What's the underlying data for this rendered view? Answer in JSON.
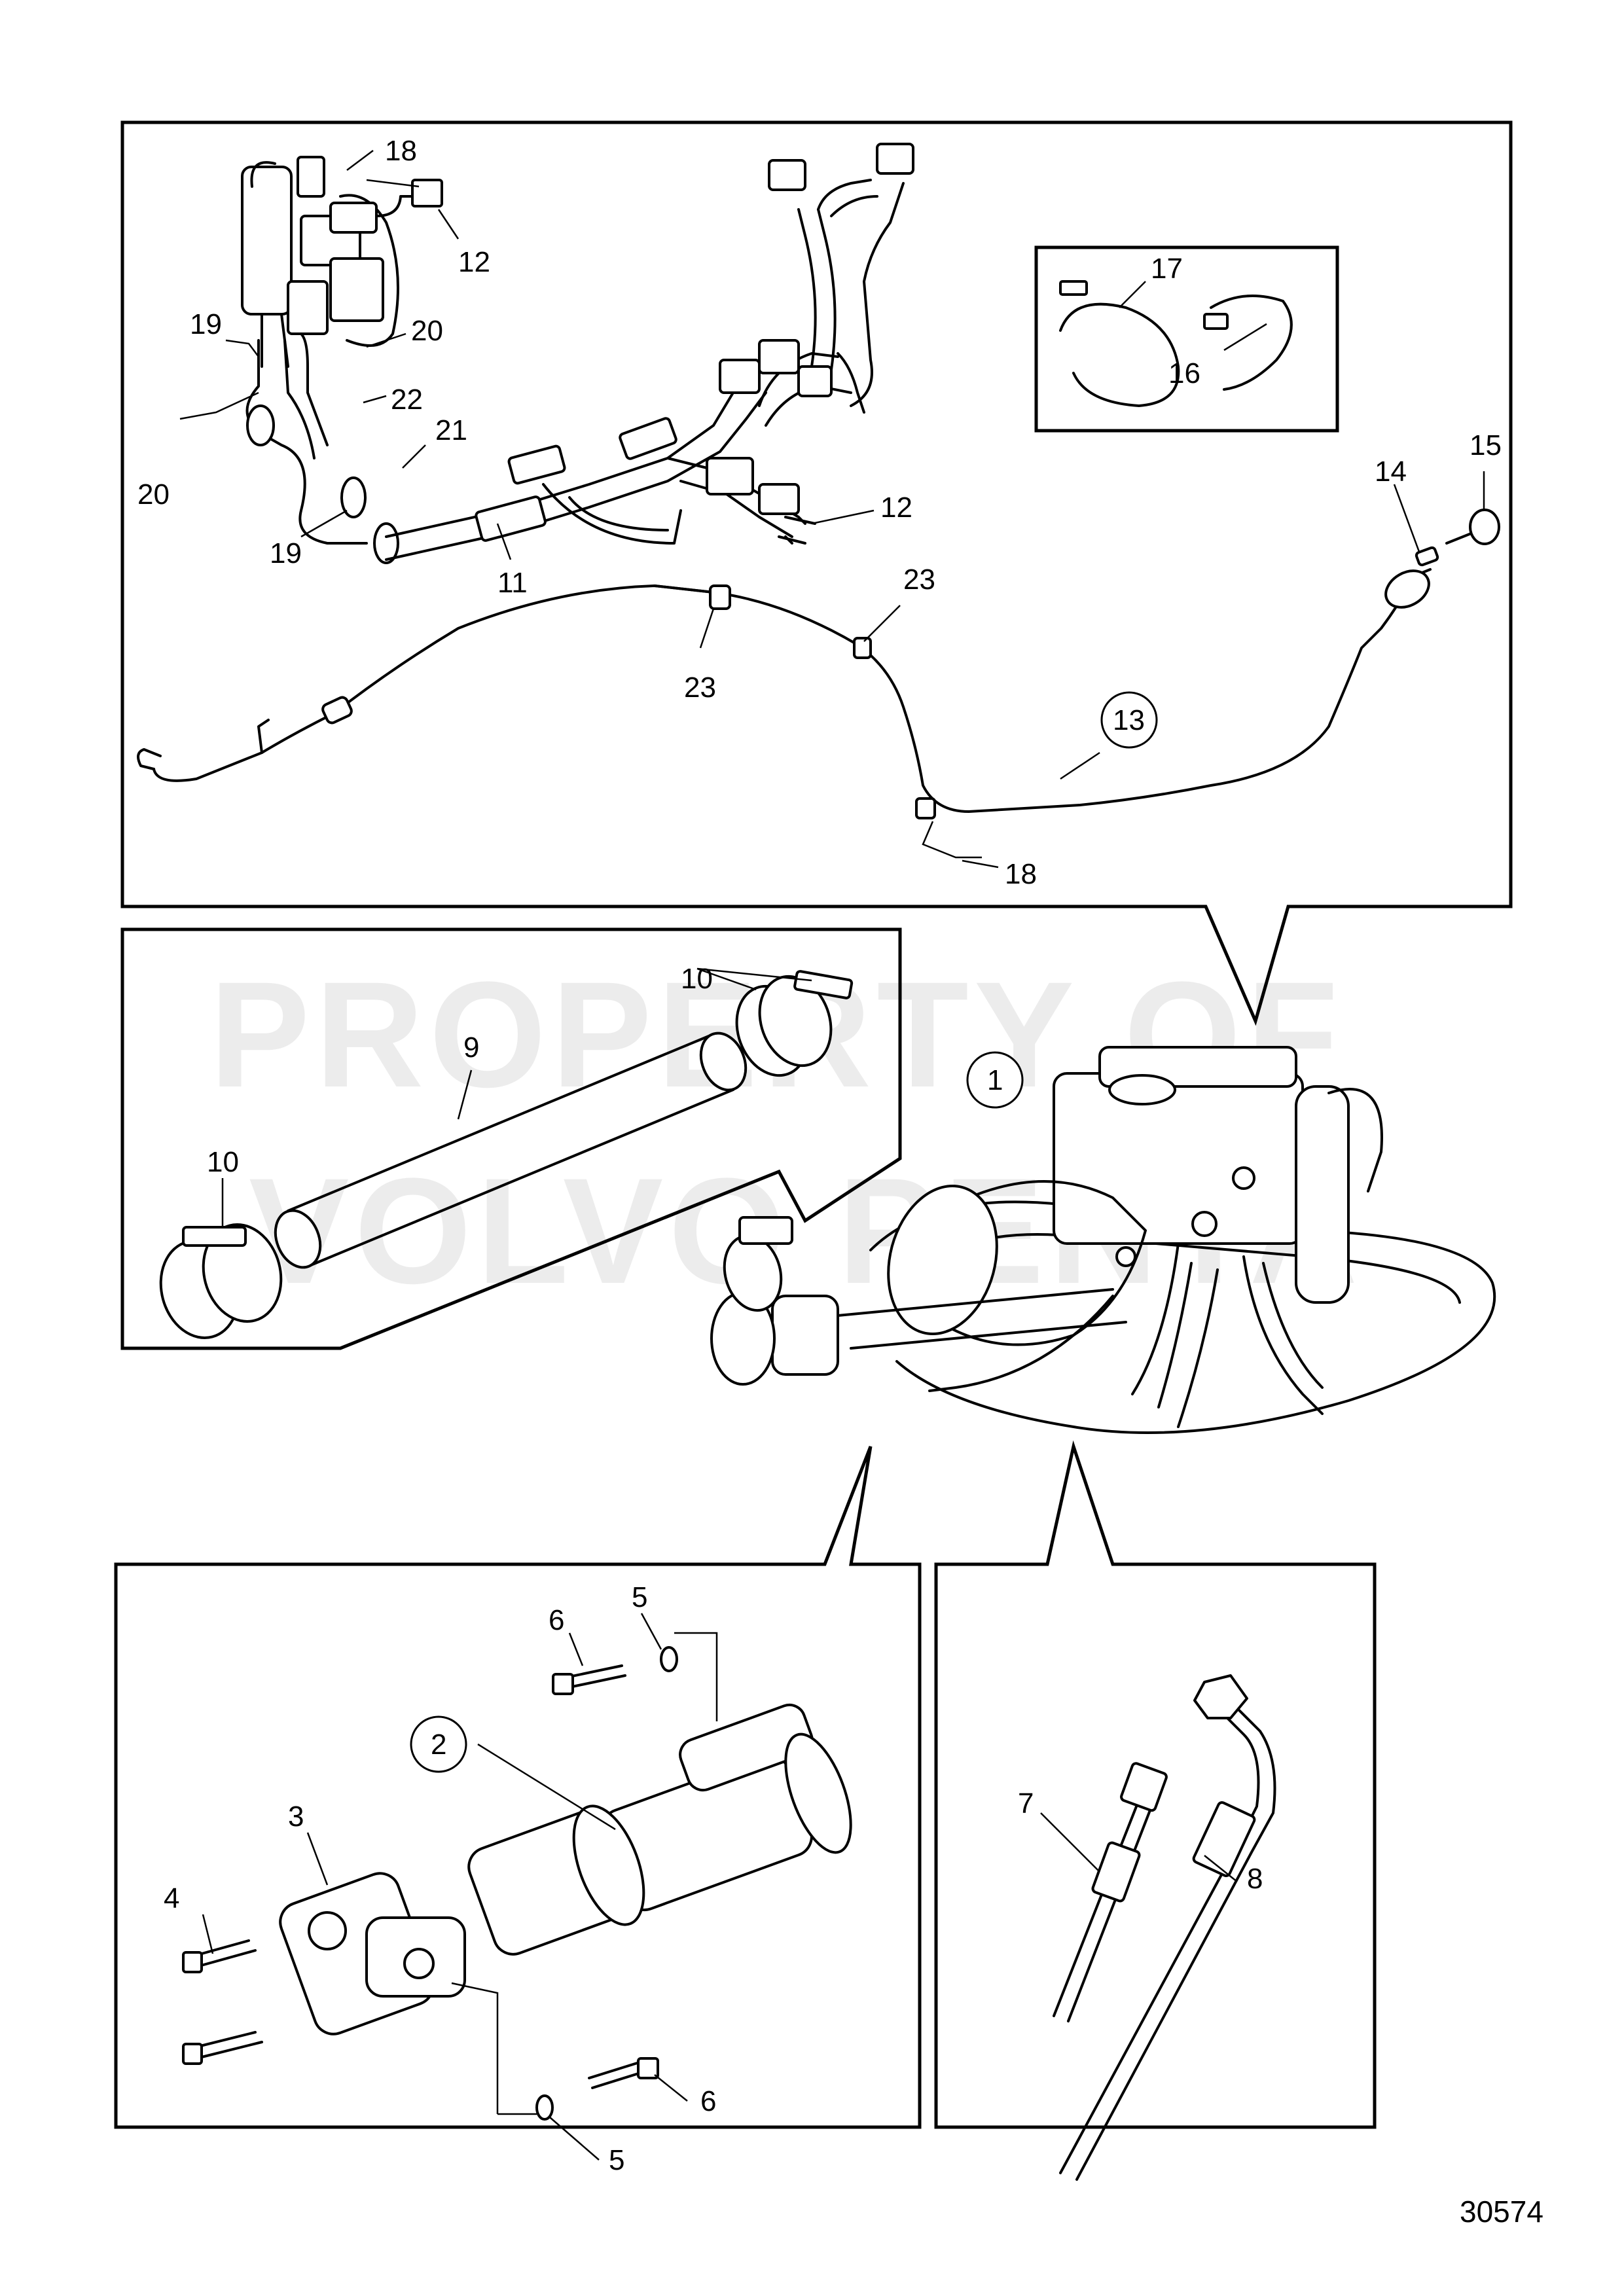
{
  "watermark": {
    "line1": "PROPERTY OF",
    "line2": "VOLVO PENTA"
  },
  "document_number": "30574",
  "callouts": {
    "top": [
      "18",
      "12",
      "19",
      "20",
      "22",
      "21",
      "20",
      "19",
      "11",
      "12",
      "17",
      "16",
      "15",
      "14",
      "23",
      "23",
      "13",
      "18"
    ],
    "left": [
      "10",
      "9",
      "10"
    ],
    "center": [
      "1"
    ],
    "bottom_left": [
      "6",
      "5",
      "2",
      "3",
      "4",
      "6",
      "5"
    ],
    "bottom_right": [
      "7",
      "8"
    ]
  }
}
